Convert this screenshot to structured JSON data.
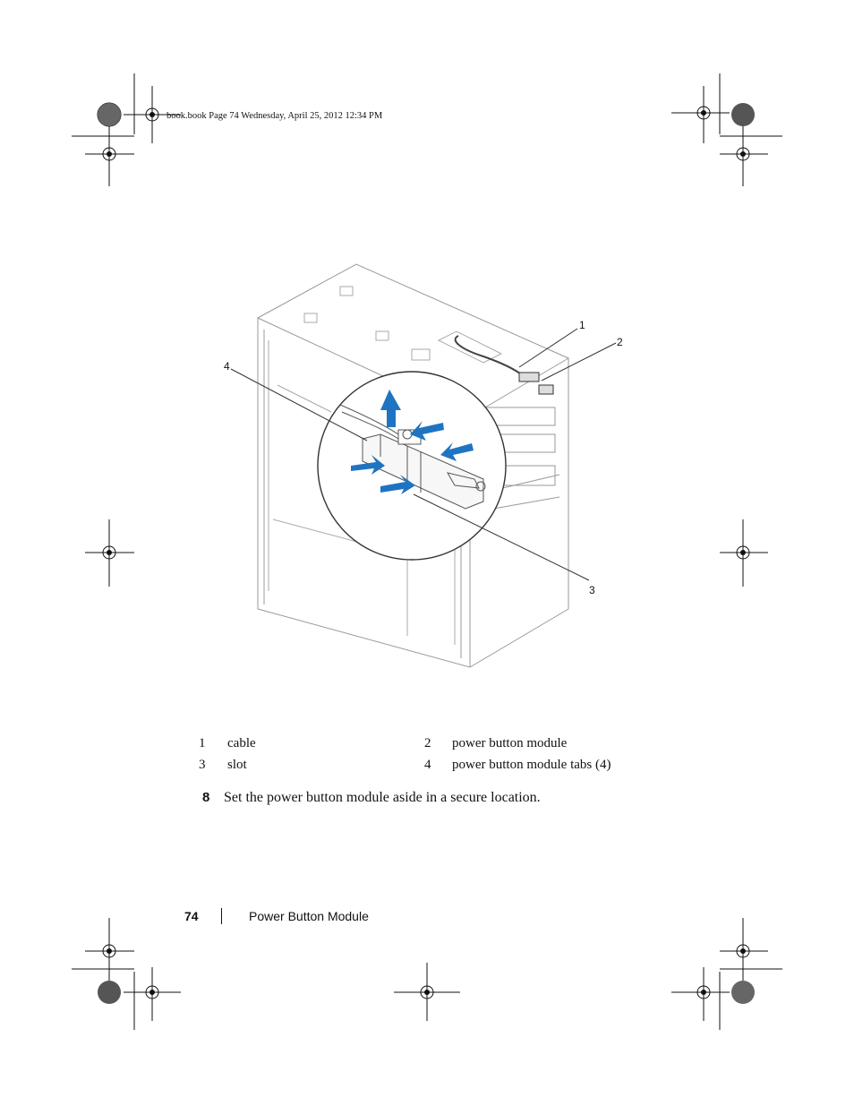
{
  "header": {
    "book_info": "book.book  Page 74  Wednesday, April 25, 2012  12:34 PM"
  },
  "figure": {
    "callouts": [
      "1",
      "2",
      "3",
      "4"
    ]
  },
  "legend": [
    {
      "num": "1",
      "text": "cable"
    },
    {
      "num": "2",
      "text": "power button module"
    },
    {
      "num": "3",
      "text": "slot"
    },
    {
      "num": "4",
      "text": "power button module tabs (4)"
    }
  ],
  "step": {
    "num": "8",
    "text": "Set the power button module aside in a secure location."
  },
  "footer": {
    "page_number": "74",
    "section_title": "Power Button Module"
  },
  "colors": {
    "arrow_blue": "#1f74c2",
    "line_gray": "#888888"
  }
}
